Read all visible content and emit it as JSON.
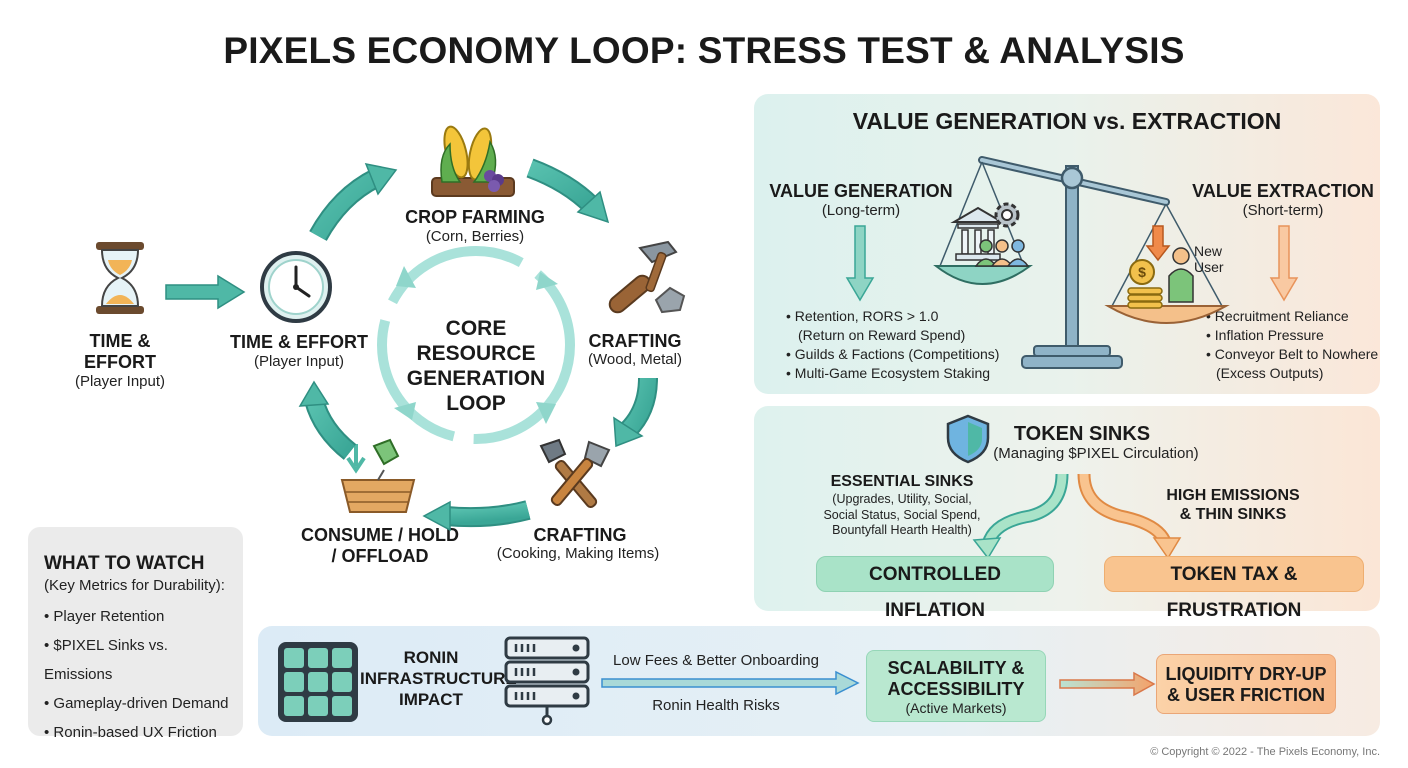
{
  "title": "PIXELS ECONOMY LOOP: STRESS TEST & ANALYSIS",
  "loop": {
    "input": {
      "title": "TIME & EFFORT",
      "sub": "(Player Input)"
    },
    "center": "CORE RESOURCE GENERATION LOOP",
    "center_lines": [
      "CORE RESOURCE",
      "GENERATION",
      "LOOP"
    ],
    "nodes": [
      {
        "id": "time",
        "title": "TIME & EFFORT",
        "sub": "(Player Input)"
      },
      {
        "id": "crop",
        "title": "CROP FARMING",
        "sub": "(Corn, Berries)"
      },
      {
        "id": "craft1",
        "title": "CRAFTING",
        "sub": "(Wood, Metal)"
      },
      {
        "id": "craft2",
        "title": "CRAFTING",
        "sub": "(Cooking, Making Items)"
      },
      {
        "id": "consume",
        "title": "CONSUME / HOLD / OFFLOAD",
        "title_lines": [
          "CONSUME / HOLD",
          "/ OFFLOAD"
        ],
        "sub": ""
      }
    ]
  },
  "value": {
    "title": "VALUE GENERATION vs. EXTRACTION",
    "gen": {
      "title": "VALUE GENERATION",
      "sub": "(Long-term)",
      "bullets": [
        "Retention, RORS > 1.0",
        "(Return on Reward Spend)",
        "Guilds & Factions (Competitions)",
        "Multi-Game Ecosystem Staking"
      ]
    },
    "ext": {
      "title": "VALUE EXTRACTION",
      "sub": "(Short-term)",
      "bullets": [
        "Recruitment Reliance",
        "Inflation Pressure",
        "Conveyor Belt to Nowhere",
        "(Excess Outputs)"
      ]
    },
    "new_user": "New User",
    "new_user_lines": [
      "New",
      "User"
    ]
  },
  "sinks": {
    "title": "TOKEN SINKS",
    "sub": "(Managing $PIXEL Circulation)",
    "essential": {
      "title": "ESSENTIAL SINKS",
      "lines": [
        "(Upgrades, Utility, Social,",
        "Social Status, Social Spend,",
        "Bountyfall Hearth Health)"
      ]
    },
    "high": {
      "title": "HIGH EMISSIONS & THIN SINKS",
      "title_lines": [
        "HIGH EMISSIONS",
        "& THIN SINKS"
      ]
    },
    "controlled": "CONTROLLED INFLATION",
    "tax": "TOKEN TAX & FRUSTRATION"
  },
  "watch": {
    "title": "WHAT TO WATCH",
    "sub": "(Key Metrics for Durability):",
    "items": [
      "Player Retention",
      "$PIXEL Sinks vs. Emissions",
      "Gameplay-driven Demand",
      "Ronin-based UX Friction"
    ]
  },
  "ronin": {
    "title": "RONIN INFRASTRUCTURE IMPACT",
    "title_lines": [
      "RONIN",
      "INFRASTRUCTURE",
      "IMPACT"
    ],
    "top_label": "Low Fees & Better Onboarding",
    "bottom_label": "Ronin Health Risks",
    "scal": {
      "title_lines": [
        "SCALABILITY &",
        "ACCESSIBILITY"
      ],
      "sub": "(Active Markets)"
    },
    "liq": {
      "title_lines": [
        "LIQUIDITY DRY-UP",
        "& USER FRICTION"
      ]
    }
  },
  "copyright": "© Copyright © 2022 - The Pixels Economy, Inc.",
  "colors": {
    "teal": "#4fb8a6",
    "teal_dark": "#2f8f82",
    "orange": "#f09a5a",
    "blue": "#3a8fd0"
  },
  "icons": [
    "hourglass-icon",
    "clock-icon",
    "corn-icon",
    "hammer-log-icon",
    "tools-icon",
    "basket-icon",
    "balance-scale-icon",
    "bank-icon",
    "gear-icon",
    "coins-icon",
    "user-icon",
    "shield-icon",
    "grid-icon",
    "server-icon"
  ]
}
